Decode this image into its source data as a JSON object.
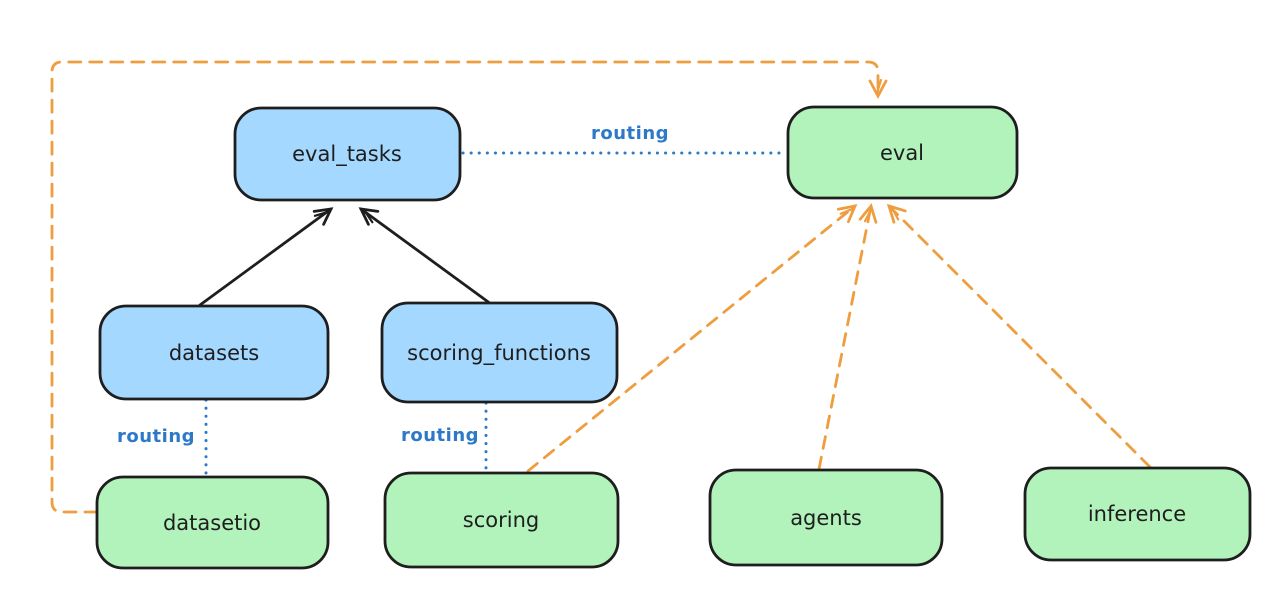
{
  "diagram": {
    "routing_label": "routing",
    "nodes": {
      "eval_tasks": {
        "label": "eval_tasks",
        "kind": "registry",
        "fill": "#a5d8ff"
      },
      "eval": {
        "label": "eval",
        "kind": "api",
        "fill": "#b2f2bb"
      },
      "datasets": {
        "label": "datasets",
        "kind": "registry",
        "fill": "#a5d8ff"
      },
      "scoring_functions": {
        "label": "scoring_functions",
        "kind": "registry",
        "fill": "#a5d8ff"
      },
      "datasetio": {
        "label": "datasetio",
        "kind": "api",
        "fill": "#b2f2bb"
      },
      "scoring": {
        "label": "scoring",
        "kind": "api",
        "fill": "#b2f2bb"
      },
      "agents": {
        "label": "agents",
        "kind": "api",
        "fill": "#b2f2bb"
      },
      "inference": {
        "label": "inference",
        "kind": "api",
        "fill": "#b2f2bb"
      }
    },
    "edges": [
      {
        "from": "datasets",
        "to": "eval_tasks",
        "style": "solid",
        "color": "#1e1e1e",
        "arrow": true,
        "label": ""
      },
      {
        "from": "scoring_functions",
        "to": "eval_tasks",
        "style": "solid",
        "color": "#1e1e1e",
        "arrow": true,
        "label": ""
      },
      {
        "from": "eval_tasks",
        "to": "eval",
        "style": "dotted",
        "color": "#2d79c7",
        "arrow": false,
        "label": "routing"
      },
      {
        "from": "datasets",
        "to": "datasetio",
        "style": "dotted",
        "color": "#2d79c7",
        "arrow": false,
        "label": "routing"
      },
      {
        "from": "scoring_functions",
        "to": "scoring",
        "style": "dotted",
        "color": "#2d79c7",
        "arrow": false,
        "label": "routing"
      },
      {
        "from": "datasetio",
        "to": "eval",
        "style": "dashed",
        "color": "#ee9d3f",
        "arrow": true,
        "label": ""
      },
      {
        "from": "scoring",
        "to": "eval",
        "style": "dashed",
        "color": "#ee9d3f",
        "arrow": true,
        "label": ""
      },
      {
        "from": "agents",
        "to": "eval",
        "style": "dashed",
        "color": "#ee9d3f",
        "arrow": true,
        "label": ""
      },
      {
        "from": "inference",
        "to": "eval",
        "style": "dashed",
        "color": "#ee9d3f",
        "arrow": true,
        "label": ""
      }
    ],
    "colors": {
      "background": "#ffffff",
      "box_stroke": "#1e1e1e",
      "blue_fill": "#a5d8ff",
      "green_fill": "#b2f2bb",
      "routing_blue": "#2d79c7",
      "provider_orange": "#ee9d3f"
    }
  }
}
